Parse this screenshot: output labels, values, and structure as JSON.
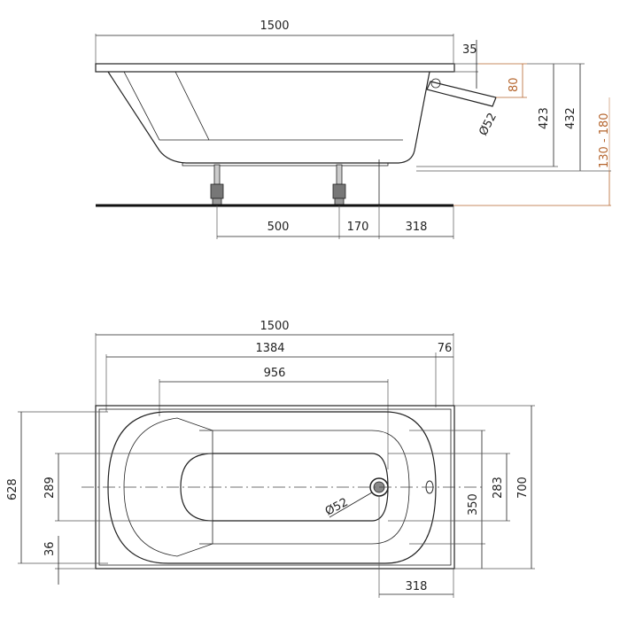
{
  "colors": {
    "ink": "#222222",
    "copper": "#b5652d",
    "floor": "#111111"
  },
  "side_view": {
    "overall_length": "1500",
    "rim_thickness": "35",
    "depth_inner": "423",
    "depth_total": "432",
    "overflow_height": "80",
    "drain_diameter": "Ø52",
    "leg_height_range": "130 - 180",
    "leg_spacing": "500",
    "leg_to_drain": "170",
    "drain_offset": "318"
  },
  "top_view": {
    "overall_length": "1500",
    "inner_length": "1384",
    "rim_end": "76",
    "bottom_length": "956",
    "overall_width": "700",
    "inner_width": "628",
    "bottom_width_a": "289",
    "bottom_width_b": "350",
    "bottom_width_c": "283",
    "rim_side": "36",
    "drain_diameter": "Ø52",
    "drain_offset": "318"
  }
}
